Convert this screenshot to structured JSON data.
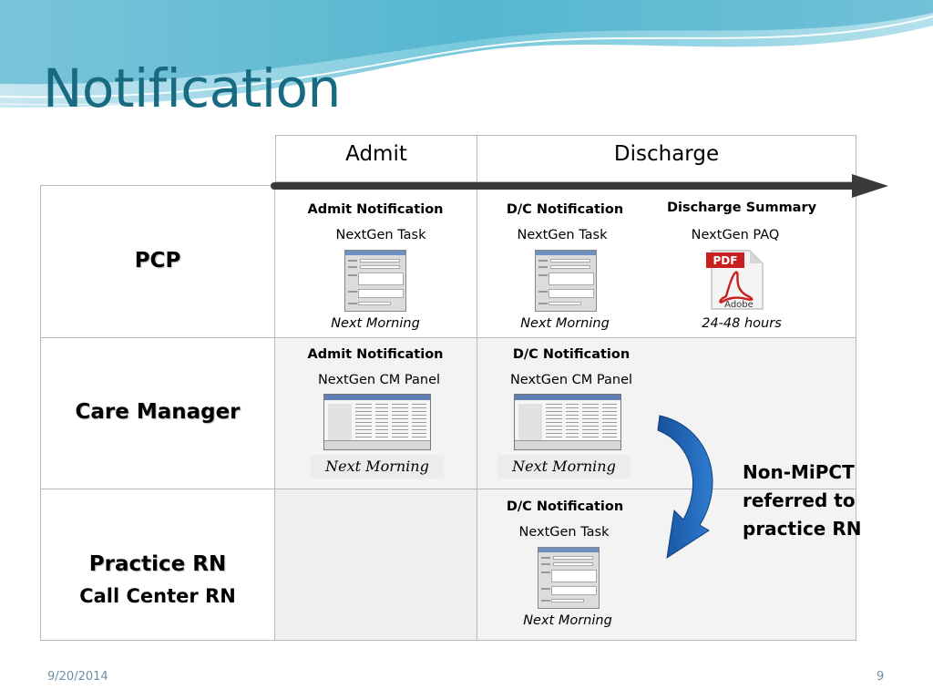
{
  "slide": {
    "title": "Notification",
    "date": "9/20/2014",
    "page_number": "9"
  },
  "columns": {
    "admit": "Admit",
    "discharge": "Discharge"
  },
  "rows": {
    "pcp": "PCP",
    "care_manager": "Care Manager",
    "practice_rn": "Practice RN",
    "call_center_rn": "Call Center RN"
  },
  "pcp": {
    "admit": {
      "title": "Admit Notification",
      "system": "NextGen Task",
      "timing": "Next Morning"
    },
    "dc": {
      "title": "D/C Notification",
      "system": "NextGen Task",
      "timing": "Next Morning"
    },
    "summary": {
      "title": "Discharge Summary",
      "system": "NextGen PAQ",
      "timing": "24-48 hours",
      "icon_text": "PDF",
      "icon_brand": "Adobe"
    }
  },
  "care_manager": {
    "admit": {
      "title": "Admit Notification",
      "system": "NextGen CM Panel",
      "timing": "Next Morning"
    },
    "dc": {
      "title": "D/C Notification",
      "system": "NextGen CM Panel",
      "timing": "Next Morning"
    }
  },
  "practice_rn": {
    "dc": {
      "title": "D/C Notification",
      "system": "NextGen Task",
      "timing": "Next Morning"
    }
  },
  "referral_note": [
    "Non-MiPCT",
    "referred to",
    "practice RN"
  ],
  "colors": {
    "title": "#176a80",
    "timeline_arrow": "#3a3a3a",
    "curved_arrow": "#1f5fae",
    "footer": "#6f8ea3"
  },
  "icons": [
    "nextgen-task-screenshot",
    "nextgen-cm-panel-screenshot",
    "adobe-pdf-icon",
    "timeline-arrow",
    "curved-referral-arrow"
  ]
}
